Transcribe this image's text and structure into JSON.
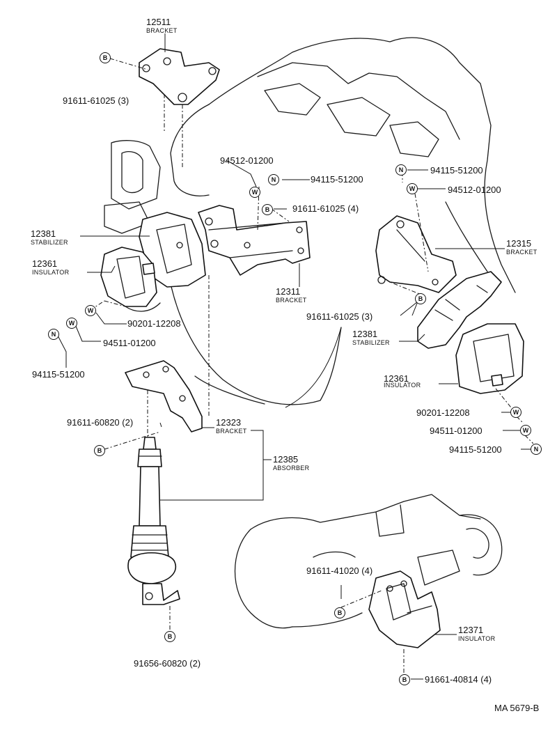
{
  "parts": {
    "p12511": {
      "number": "12511",
      "name": "BRACKET"
    },
    "p12381a": {
      "number": "12381",
      "name": "STABILIZER"
    },
    "p12361a": {
      "number": "12361",
      "name": "INSULATOR"
    },
    "p12311": {
      "number": "12311",
      "name": "BRACKET"
    },
    "p12315": {
      "number": "12315",
      "name": "BRACKET"
    },
    "p12381b": {
      "number": "12381",
      "name": "STABILIZER"
    },
    "p12361b": {
      "number": "12361",
      "name": "INSULATOR"
    },
    "p12323": {
      "number": "12323",
      "name": "BRACKET"
    },
    "p12385": {
      "number": "12385",
      "name": "ABSORBER"
    },
    "p12371": {
      "number": "12371",
      "name": "INSULATOR"
    }
  },
  "fasteners": {
    "f1": "91611-61025 (3)",
    "f2": "94512-01200",
    "f3": "94115-51200",
    "f4": "91611-61025 (4)",
    "f5": "90201-12208",
    "f6": "94511-01200",
    "f7": "94115-51200",
    "f8": "94115-51200",
    "f9": "94512-01200",
    "f10": "91611-61025 (3)",
    "f11": "91611-60820 (2)",
    "f12": "90201-12208",
    "f13": "94511-01200",
    "f14": "94115-51200",
    "f15": "91611-41020 (4)",
    "f16": "91656-60820 (2)",
    "f17": "91661-40814 (4)"
  },
  "symbols": {
    "bolt": "B",
    "washer": "W",
    "nut": "N"
  },
  "diagram_code": "MA 5679-B"
}
